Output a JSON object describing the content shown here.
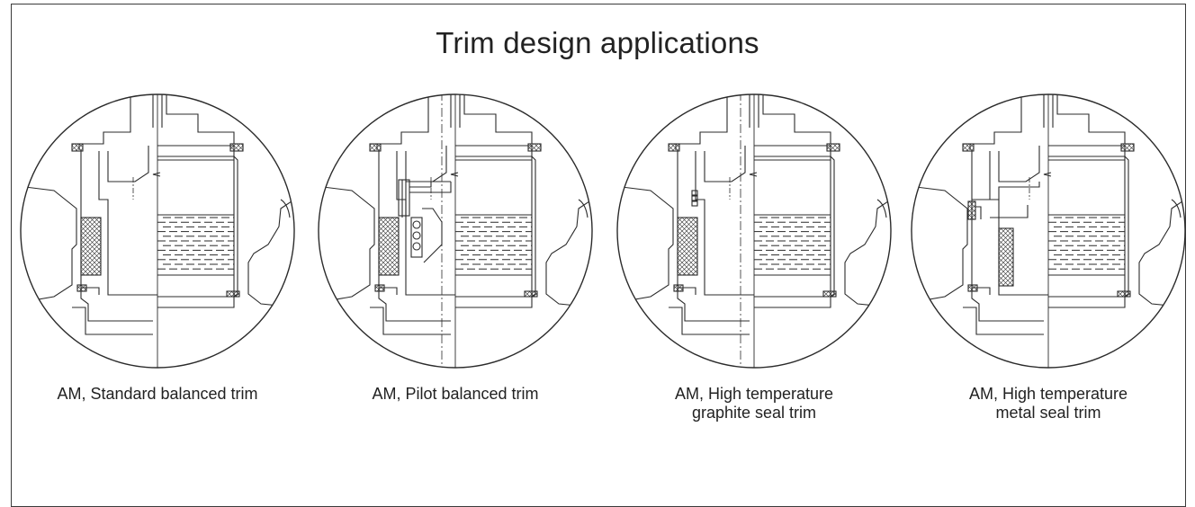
{
  "title": "Trim design applications",
  "panels": [
    {
      "caption_lines": [
        "AM, Standard balanced trim"
      ],
      "variant": "standard"
    },
    {
      "caption_lines": [
        "AM, Pilot balanced trim"
      ],
      "variant": "pilot"
    },
    {
      "caption_lines": [
        "AM, High temperature",
        "graphite seal trim"
      ],
      "variant": "graphite"
    },
    {
      "caption_lines": [
        "AM, High temperature",
        "metal seal trim"
      ],
      "variant": "metal"
    }
  ],
  "colors": {
    "line": "#2b2b2b",
    "frame": "#3a3a3a",
    "background": "#ffffff"
  }
}
